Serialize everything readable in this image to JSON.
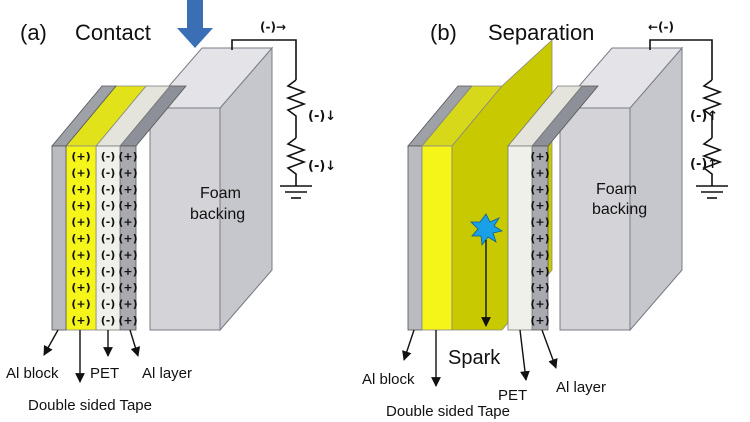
{
  "panel_a": {
    "label": "(a)",
    "title": "Contact",
    "foam_line1": "Foam",
    "foam_line2": "backing",
    "charges_pos": [
      "(+)",
      "(+)",
      "(+)",
      "(+)",
      "(+)",
      "(+)",
      "(+)",
      "(+)",
      "(+)",
      "(+)",
      "(+)"
    ],
    "charges_neg": [
      "(-)",
      "(-)",
      "(-)",
      "(-)",
      "(-)",
      "(-)",
      "(-)",
      "(-)",
      "(-)",
      "(-)",
      "(-)"
    ],
    "charges_al": [
      "(+)",
      "(+)",
      "(+)",
      "(+)",
      "(+)",
      "(+)",
      "(+)",
      "(+)",
      "(+)",
      "(+)",
      "(+)"
    ],
    "wire_top": "(-)→",
    "wire_mid": "(-)↓",
    "wire_bottom": "(-)↓",
    "label_al_block": "Al block",
    "label_pet": "PET",
    "label_al_layer": "Al layer",
    "label_tape": "Double sided Tape"
  },
  "panel_b": {
    "label": "(b)",
    "title": "Separation",
    "foam_line1": "Foam",
    "foam_line2": "backing",
    "charges_al": [
      "(+)",
      "(+)",
      "(+)",
      "(+)",
      "(+)",
      "(+)",
      "(+)",
      "(+)",
      "(+)",
      "(+)",
      "(+)"
    ],
    "wire_top": "←(-)",
    "wire_mid": "(-)↑",
    "wire_bottom": "(-)↑",
    "label_spark": "Spark",
    "label_al_block": "Al block",
    "label_pet": "PET",
    "label_al_layer": "Al layer",
    "label_tape": "Double sided Tape"
  },
  "colors": {
    "yellow": "#f5f51a",
    "yellow_dark": "#c9c900",
    "gray": "#a8aab0",
    "foam": "#d4d4d8",
    "arrow": "#3a6fb5",
    "spark": "#1aa0e6"
  }
}
